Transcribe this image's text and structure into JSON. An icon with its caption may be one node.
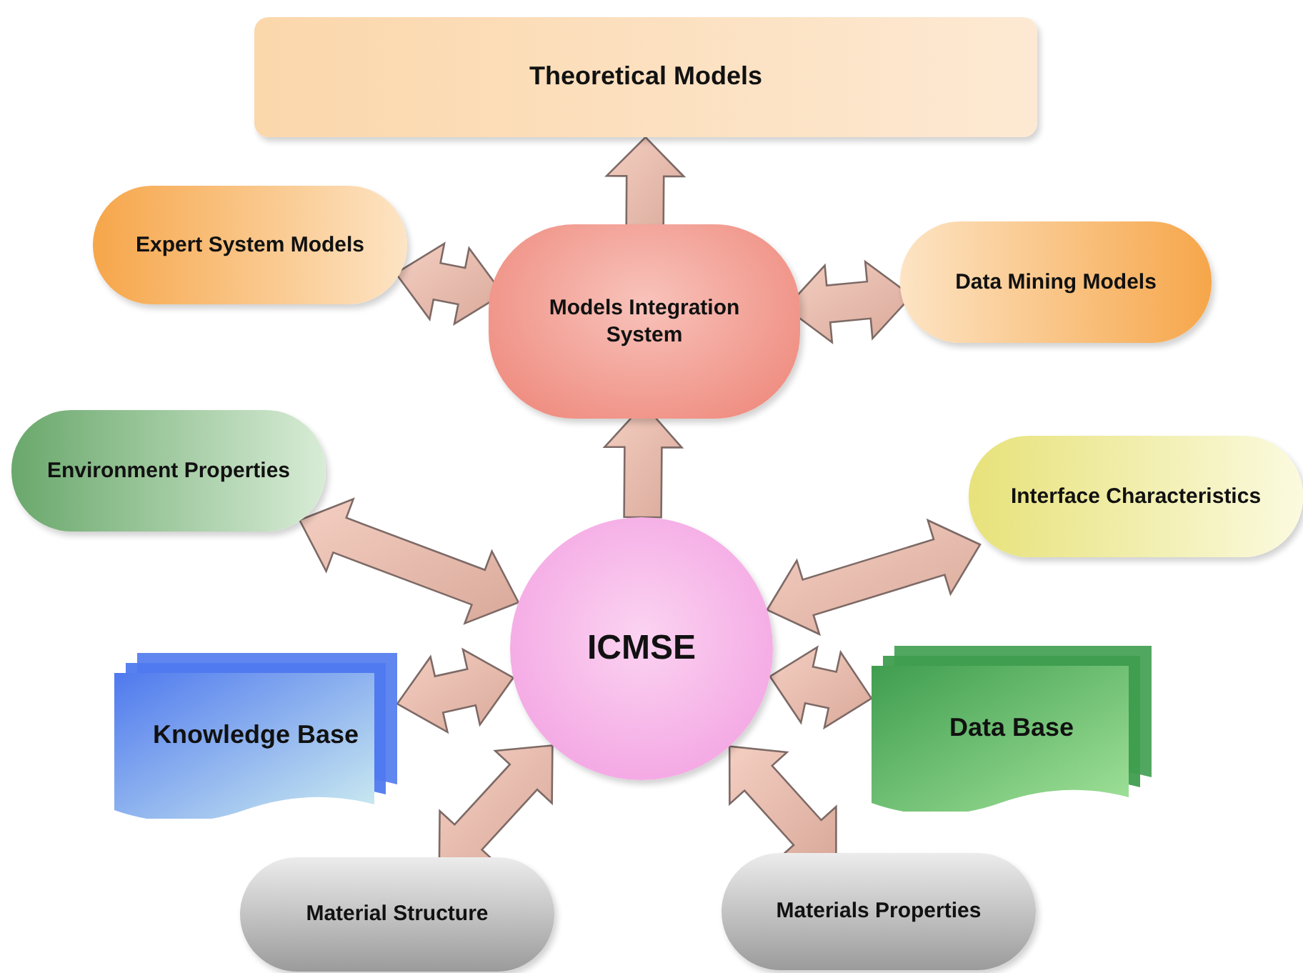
{
  "diagram": {
    "nodes": [
      {
        "text": [
          "Theoretical Models"
        ]
      },
      {
        "text": [
          "Expert System Models"
        ]
      },
      {
        "text": [
          "Models Integration System"
        ]
      },
      {
        "text": [
          "Data Mining Models"
        ]
      },
      {
        "text": [
          "Environment Properties"
        ]
      },
      {
        "text": [
          "Interface Characteristics"
        ]
      },
      {
        "text": [
          "ICMSE"
        ]
      },
      {
        "text": [
          "Knowledge Base"
        ]
      },
      {
        "text": [
          "Data Base"
        ]
      },
      {
        "text": [
          "Material Structure"
        ]
      },
      {
        "text": [
          "Materials Properties"
        ]
      }
    ],
    "edges": [
      {
        "from": 2,
        "to": 0,
        "arrow": "to"
      },
      {
        "from": 1,
        "to": 2,
        "arrow": "both"
      },
      {
        "from": 2,
        "to": 3,
        "arrow": "both"
      },
      {
        "from": 6,
        "to": 2,
        "arrow": "to"
      },
      {
        "from": 4,
        "to": 6,
        "arrow": "both"
      },
      {
        "from": 5,
        "to": 6,
        "arrow": "both"
      },
      {
        "from": 7,
        "to": 6,
        "arrow": "both"
      },
      {
        "from": 8,
        "to": 6,
        "arrow": "both"
      },
      {
        "from": 9,
        "to": 6,
        "arrow": "both"
      },
      {
        "from": 10,
        "to": 6,
        "arrow": "both"
      }
    ]
  }
}
